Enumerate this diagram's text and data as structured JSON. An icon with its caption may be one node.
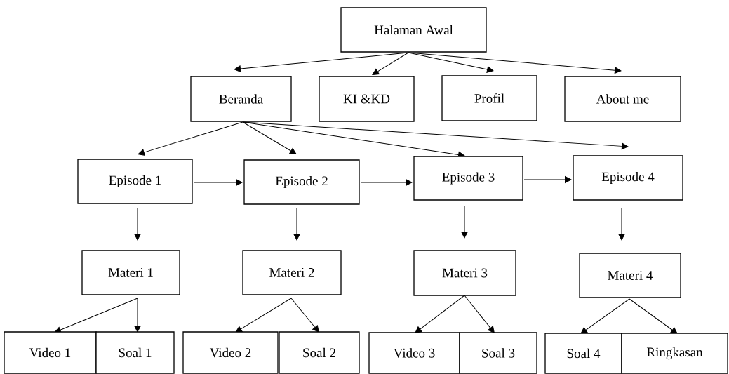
{
  "diagram": {
    "nodes": [
      {
        "text": [
          "Halaman Awal"
        ]
      },
      {
        "text": [
          "Beranda"
        ]
      },
      {
        "text": [
          "KI &KD"
        ]
      },
      {
        "text": [
          "Profil"
        ]
      },
      {
        "text": [
          "About  me"
        ]
      },
      {
        "text": [
          "Episode 1"
        ]
      },
      {
        "text": [
          "Episode 2"
        ]
      },
      {
        "text": [
          "Episode 3"
        ]
      },
      {
        "text": [
          "Episode 4"
        ]
      },
      {
        "text": [
          "Materi 1"
        ]
      },
      {
        "text": [
          "Materi 2"
        ]
      },
      {
        "text": [
          "Materi 3"
        ]
      },
      {
        "text": [
          "Materi 4"
        ]
      },
      {
        "text": [
          "Video 1"
        ]
      },
      {
        "text": [
          "Soal 1"
        ]
      },
      {
        "text": [
          "Video 2"
        ]
      },
      {
        "text": [
          "Soal 2"
        ]
      },
      {
        "text": [
          "Video 3"
        ]
      },
      {
        "text": [
          "Soal 3"
        ]
      },
      {
        "text": [
          "Soal 4"
        ]
      },
      {
        "text": [
          "Ringkasan"
        ]
      }
    ],
    "edges": [
      {
        "from": 0,
        "to": 1,
        "arrow": "to"
      },
      {
        "from": 0,
        "to": 2,
        "arrow": "to"
      },
      {
        "from": 0,
        "to": 3,
        "arrow": "to"
      },
      {
        "from": 0,
        "to": 4,
        "arrow": "to"
      },
      {
        "from": 1,
        "to": 5,
        "arrow": "to"
      },
      {
        "from": 1,
        "to": 6,
        "arrow": "to"
      },
      {
        "from": 1,
        "to": 7,
        "arrow": "to"
      },
      {
        "from": 1,
        "to": 8,
        "arrow": "to"
      },
      {
        "from": 5,
        "to": 6,
        "arrow": "to"
      },
      {
        "from": 6,
        "to": 7,
        "arrow": "to"
      },
      {
        "from": 7,
        "to": 8,
        "arrow": "to"
      },
      {
        "from": 5,
        "to": 9,
        "arrow": "to"
      },
      {
        "from": 6,
        "to": 10,
        "arrow": "to"
      },
      {
        "from": 7,
        "to": 11,
        "arrow": "to"
      },
      {
        "from": 8,
        "to": 12,
        "arrow": "to"
      },
      {
        "from": 9,
        "to": 13,
        "arrow": "to"
      },
      {
        "from": 9,
        "to": 14,
        "arrow": "to"
      },
      {
        "from": 10,
        "to": 15,
        "arrow": "to"
      },
      {
        "from": 10,
        "to": 16,
        "arrow": "to"
      },
      {
        "from": 11,
        "to": 17,
        "arrow": "to"
      },
      {
        "from": 11,
        "to": 18,
        "arrow": "to"
      },
      {
        "from": 12,
        "to": 19,
        "arrow": "to"
      },
      {
        "from": 12,
        "to": 20,
        "arrow": "to"
      }
    ]
  }
}
